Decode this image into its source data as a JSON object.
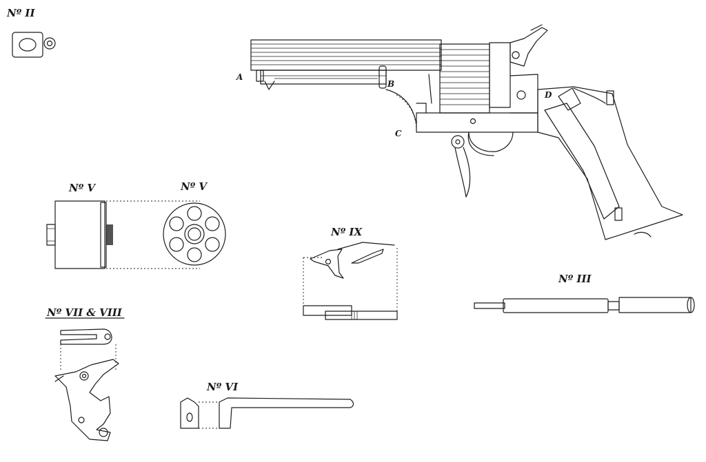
{
  "figures": {
    "fig_ii": {
      "label": "Nº II"
    },
    "fig_v_side": {
      "label": "Nº V"
    },
    "fig_v_front": {
      "label": "Nº V"
    },
    "fig_vii_viii": {
      "label": "Nº VII & VIII"
    },
    "fig_ix": {
      "label": "Nº IX"
    },
    "fig_iii": {
      "label": "Nº III"
    },
    "fig_vi": {
      "label": "Nº VI"
    }
  },
  "part_letters": {
    "a": "A",
    "b": "B",
    "c": "C",
    "d": "D"
  },
  "ink_color": "#1a1a1a",
  "paper_color": "#ffffff"
}
